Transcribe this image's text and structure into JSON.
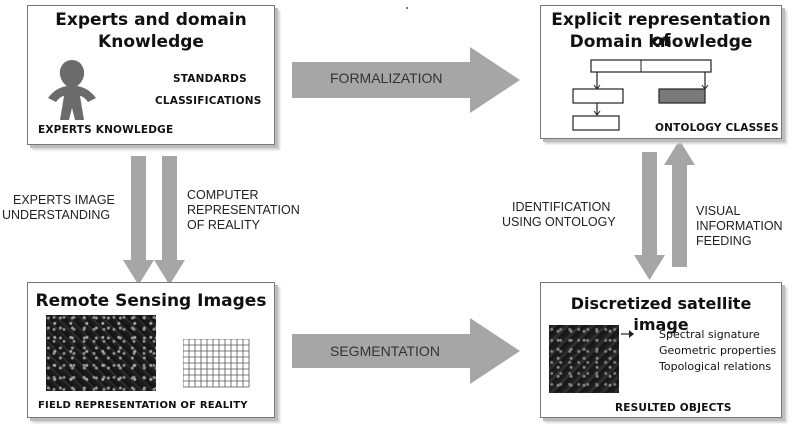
{
  "boxes": {
    "experts": {
      "title_line1": "Experts and domain",
      "title_line2": "Knowledge",
      "standards": "STANDARDS",
      "classifications": "CLASSIFICATIONS",
      "footer": "EXPERTS KNOWLEDGE"
    },
    "explicit": {
      "title_line1": "Explicit representation of",
      "title_line2": "Domain knowledge",
      "footer": "ONTOLOGY CLASSES"
    },
    "remote": {
      "title": "Remote Sensing Images",
      "footer": "FIELD REPRESENTATION OF REALITY"
    },
    "discretized": {
      "title": "Discretized satellite image",
      "properties": [
        "Spectral signature",
        "Geometric properties",
        "Topological relations"
      ],
      "footer": "RESULTED OBJECTS"
    }
  },
  "arrows": {
    "formalization": "FORMALIZATION",
    "segmentation": "SEGMENTATION",
    "experts_image_understanding": [
      "EXPERTS IMAGE",
      "UNDERSTANDING"
    ],
    "computer_representation": [
      "COMPUTER",
      "REPRESENTATION",
      "OF REALITY"
    ],
    "identification": [
      "IDENTIFICATION",
      "USING ONTOLOGY"
    ],
    "visual_information": [
      "VISUAL",
      "INFORMATION",
      "FEEDING"
    ]
  },
  "colors": {
    "arrow_fill": "#a6a6a6",
    "box_border": "#777777",
    "shadow": "#bdbdbd",
    "figure": "#6b6b6b",
    "ontology_dark": "#7a7a7a"
  }
}
